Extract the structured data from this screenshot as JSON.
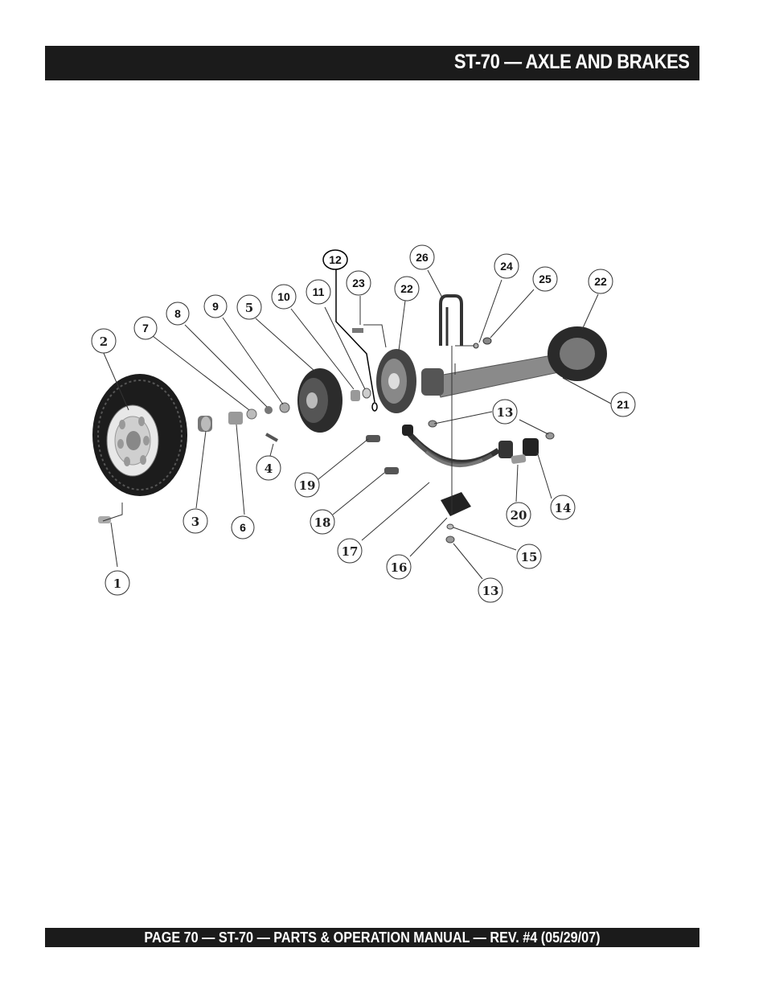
{
  "header": {
    "title": "ST-70 — AXLE AND BRAKES"
  },
  "footer": {
    "text": "PAGE 70 — ST-70 — PARTS & OPERATION MANUAL — REV. #4 (05/29/07)"
  },
  "diagram": {
    "callouts": [
      "1",
      "2",
      "3",
      "4",
      "5",
      "6",
      "7",
      "8",
      "9",
      "10",
      "11",
      "12",
      "13",
      "13",
      "14",
      "15",
      "16",
      "17",
      "18",
      "19",
      "20",
      "21",
      "22",
      "22",
      "23",
      "24",
      "25",
      "26"
    ]
  }
}
